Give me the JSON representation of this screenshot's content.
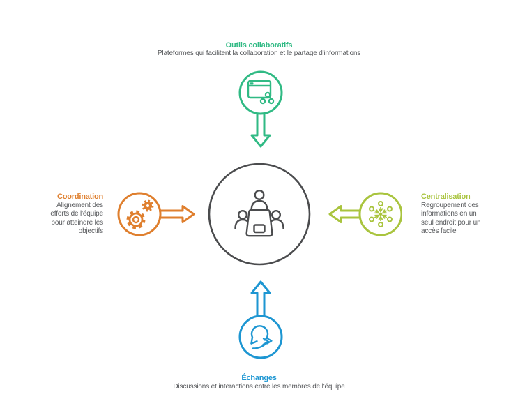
{
  "diagram": {
    "center": {
      "icon": "meeting-table-icon",
      "color": "#4B4C4E"
    },
    "top": {
      "title": "Outils collaboratifs",
      "description": "Plateformes qui facilitent la collaboration et le partage d'informations",
      "color": "#30BA84",
      "icon": "browser-share-icon",
      "arrow_direction": "down"
    },
    "left": {
      "title": "Coordination",
      "description": "Alignement des\nefforts de l'équipe\npour atteindre les\nobjectifs",
      "color": "#DF7F2E",
      "icon": "gears-icon",
      "arrow_direction": "right"
    },
    "right": {
      "title": "Centralisation",
      "description": "Regroupement des\ninformations en un\nseul endroit pour un\naccès facile",
      "color": "#A9C43E",
      "icon": "hub-network-icon",
      "arrow_direction": "left"
    },
    "bottom": {
      "title": "Échanges",
      "description": "Discussions et interactions entre les membres de l'équipe",
      "color": "#1D96D2",
      "icon": "chat-arrow-icon",
      "arrow_direction": "up"
    },
    "text_color": "#55575A",
    "background_color": "#FFFFFF"
  }
}
